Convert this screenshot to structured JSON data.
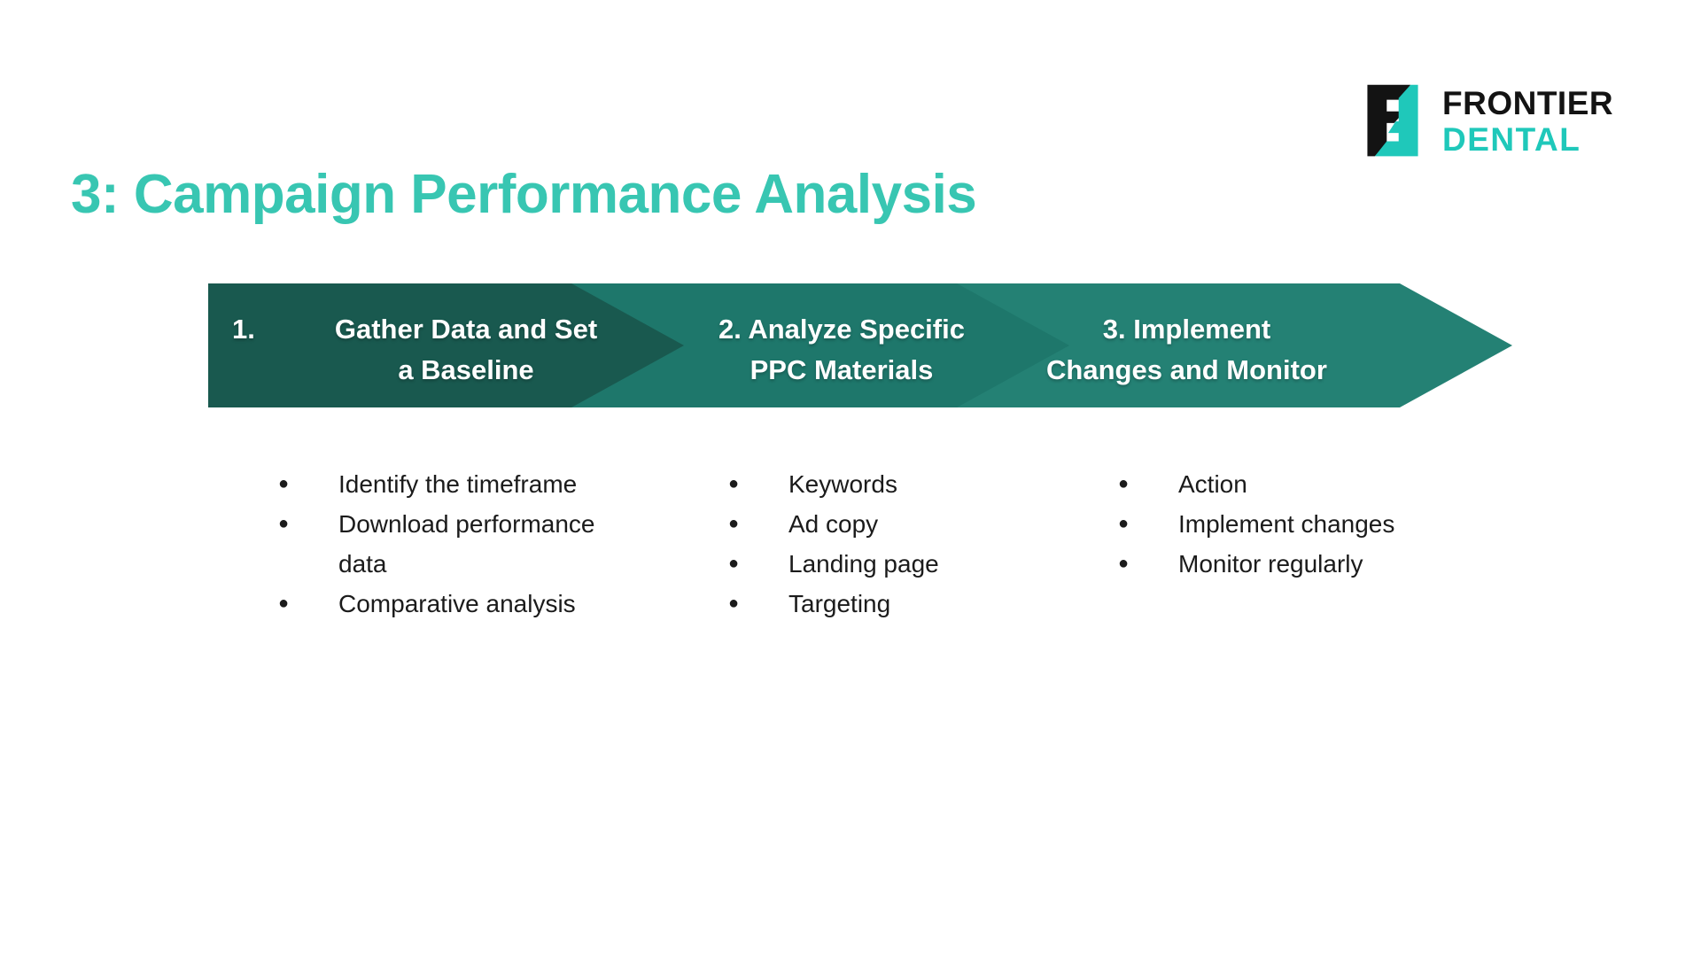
{
  "slide": {
    "background": "#ffffff",
    "title": "3: Campaign Performance Analysis",
    "title_color": "#38C6B2"
  },
  "logo": {
    "name_line1": "FRONTIER",
    "name_line2": "DENTAL",
    "text_color": "#131313",
    "accent_color": "#1FC8BA",
    "mark_black": "#131313",
    "mark_teal": "#1FC8BA"
  },
  "process_arrows": {
    "steps": [
      {
        "number": "1.",
        "line1": "Gather Data and Set",
        "line2": "a Baseline",
        "fill": "#19594F"
      },
      {
        "number": "2.",
        "line1": "2. Analyze Specific",
        "line2": "PPC Materials",
        "fill": "#1E776B"
      },
      {
        "number": "3.",
        "line1": "3. Implement",
        "line2": "Changes and Monitor",
        "fill": "#248174"
      }
    ]
  },
  "bullet_columns": [
    {
      "items": [
        "Identify the timeframe",
        "Download performance data",
        "Comparative analysis"
      ]
    },
    {
      "items": [
        "Keywords",
        "Ad copy",
        "Landing page",
        "Targeting"
      ]
    },
    {
      "items": [
        "Action",
        "Implement changes",
        "Monitor regularly"
      ]
    }
  ]
}
